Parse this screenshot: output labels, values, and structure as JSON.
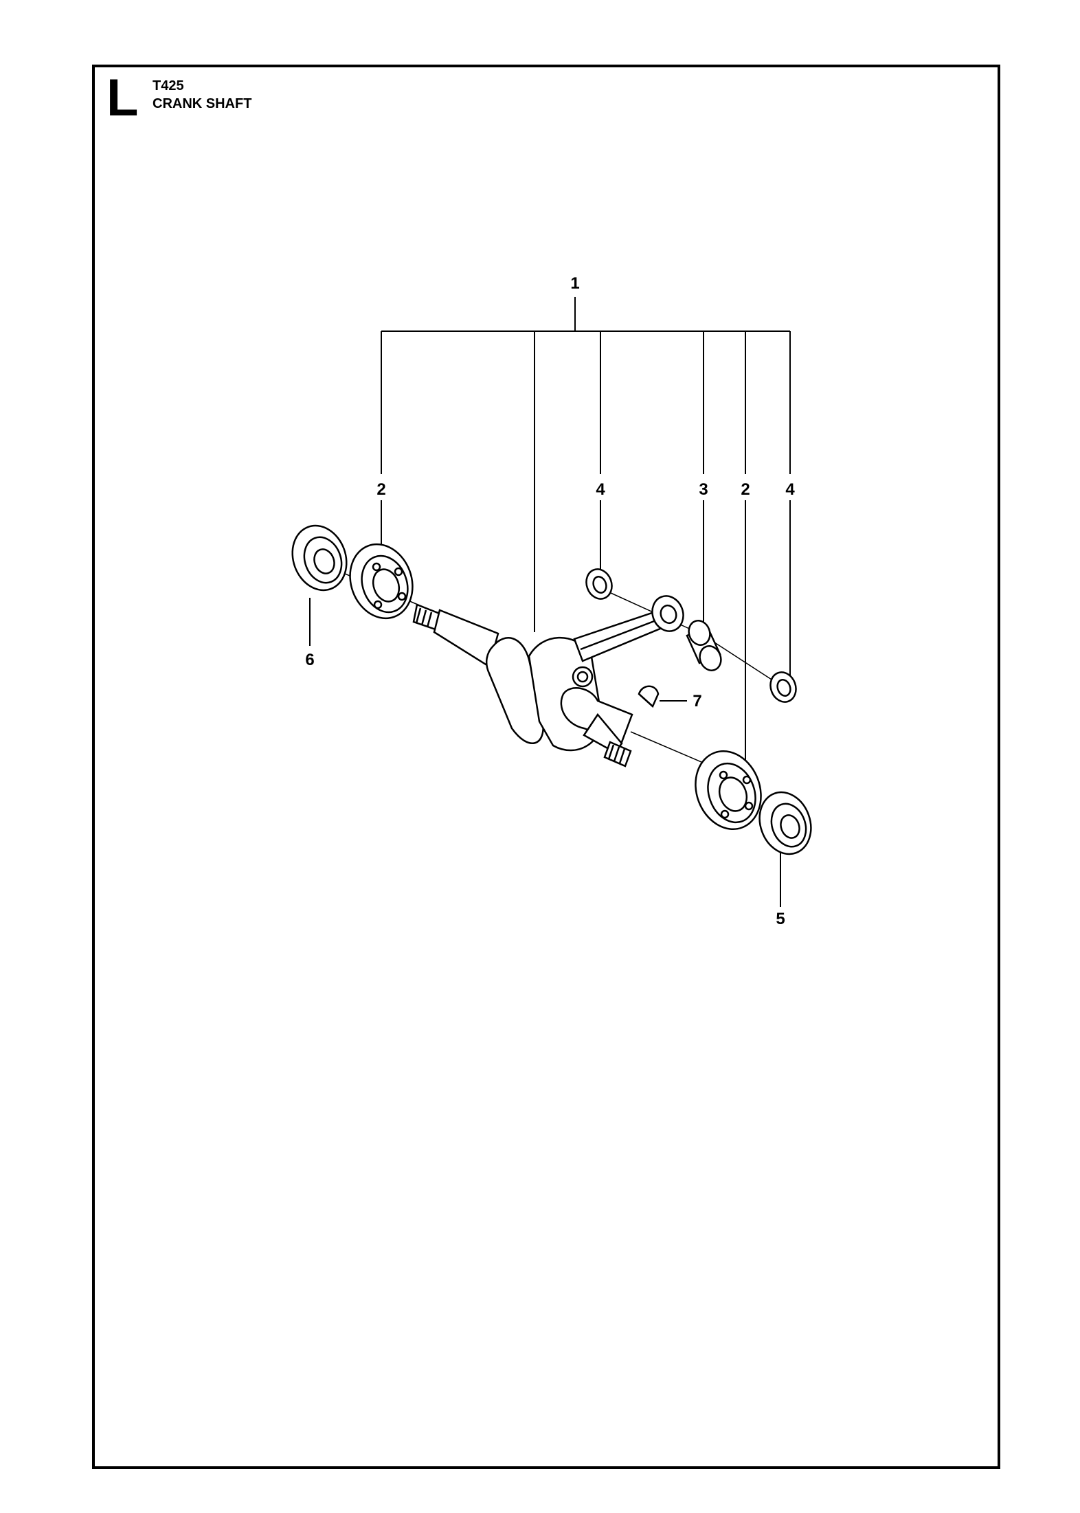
{
  "header": {
    "section_letter": "L",
    "model_code": "T425",
    "section_title": "CRANK SHAFT"
  },
  "callouts": {
    "c1": "1",
    "c2a": "2",
    "c4a": "4",
    "c3": "3",
    "c2b": "2",
    "c4b": "4",
    "c6": "6",
    "c7": "7",
    "c5": "5"
  }
}
